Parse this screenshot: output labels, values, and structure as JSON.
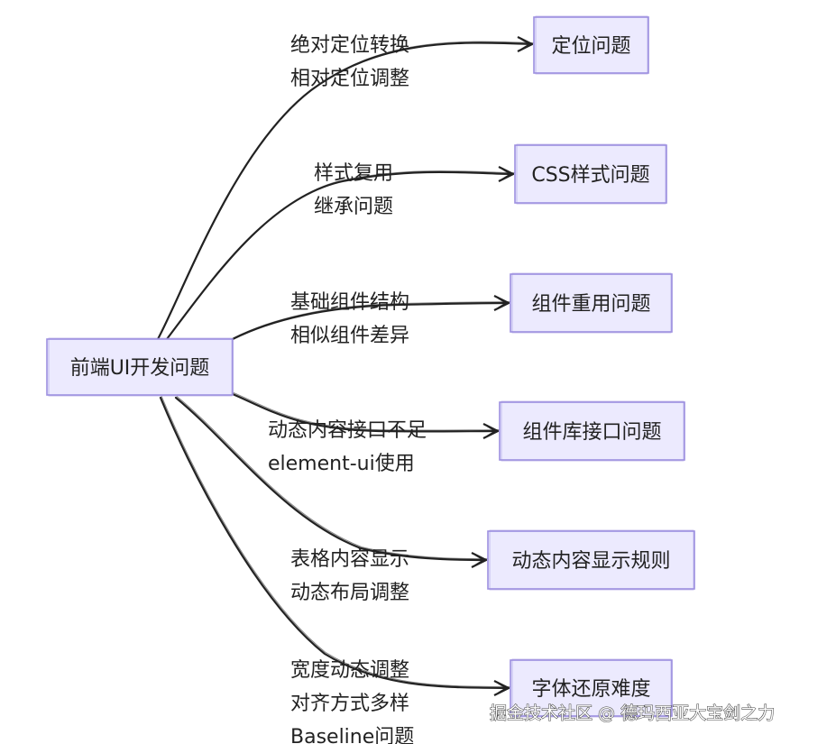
{
  "root": {
    "label": "前端UI开发问题"
  },
  "branches": [
    {
      "target": "定位问题",
      "lines": [
        "绝对定位转换",
        "相对定位调整"
      ]
    },
    {
      "target": "CSS样式问题",
      "lines": [
        "样式复用",
        "继承问题"
      ]
    },
    {
      "target": "组件重用问题",
      "lines": [
        "基础组件结构",
        "相似组件差异"
      ]
    },
    {
      "target": "组件库接口问题",
      "lines": [
        "动态内容接口不足",
        "element-ui使用"
      ]
    },
    {
      "target": "动态内容显示规则",
      "lines": [
        "表格内容显示",
        "动态布局调整"
      ]
    },
    {
      "target": "字体还原难度",
      "lines": [
        "宽度动态调整",
        "对齐方式多样",
        "Baseline问题"
      ]
    }
  ],
  "watermark": "掘金技术社区 @ 德玛西亚大宝剑之力",
  "colors": {
    "node_fill": "#ECEAFE",
    "node_stroke": "#9D8FE0",
    "edge": "#222222"
  }
}
